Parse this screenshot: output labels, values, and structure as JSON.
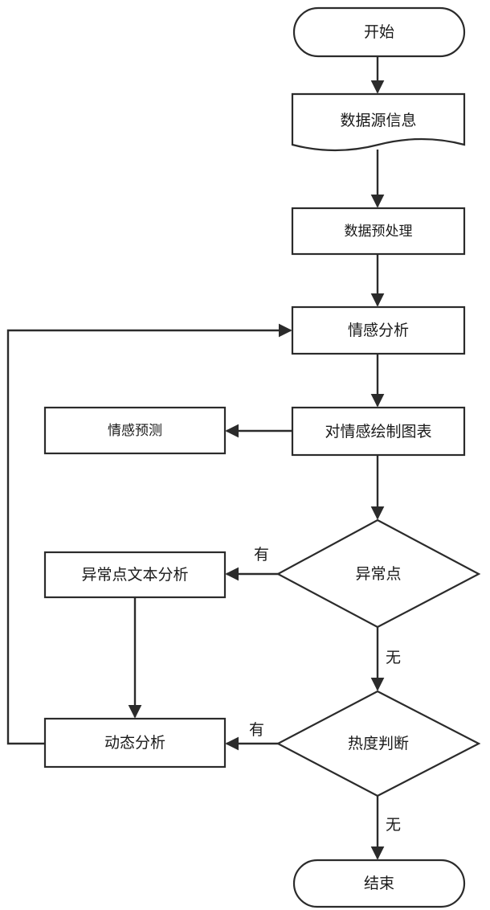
{
  "nodes": {
    "start": "开始",
    "data_source": "数据源信息",
    "preprocess": "数据预处理",
    "sentiment_analysis": "情感分析",
    "sentiment_chart": "对情感绘制图表",
    "sentiment_predict": "情感预测",
    "anomaly_decision": "异常点",
    "anomaly_text_analysis": "异常点文本分析",
    "heat_decision": "热度判断",
    "dynamic_analysis": "动态分析",
    "end": "结束"
  },
  "edges": {
    "anomaly_yes": "有",
    "anomaly_no": "无",
    "heat_yes": "有",
    "heat_no": "无"
  },
  "colors": {
    "stroke": "#2b2b2b",
    "fill": "#ffffff",
    "text": "#1a1a1a"
  }
}
